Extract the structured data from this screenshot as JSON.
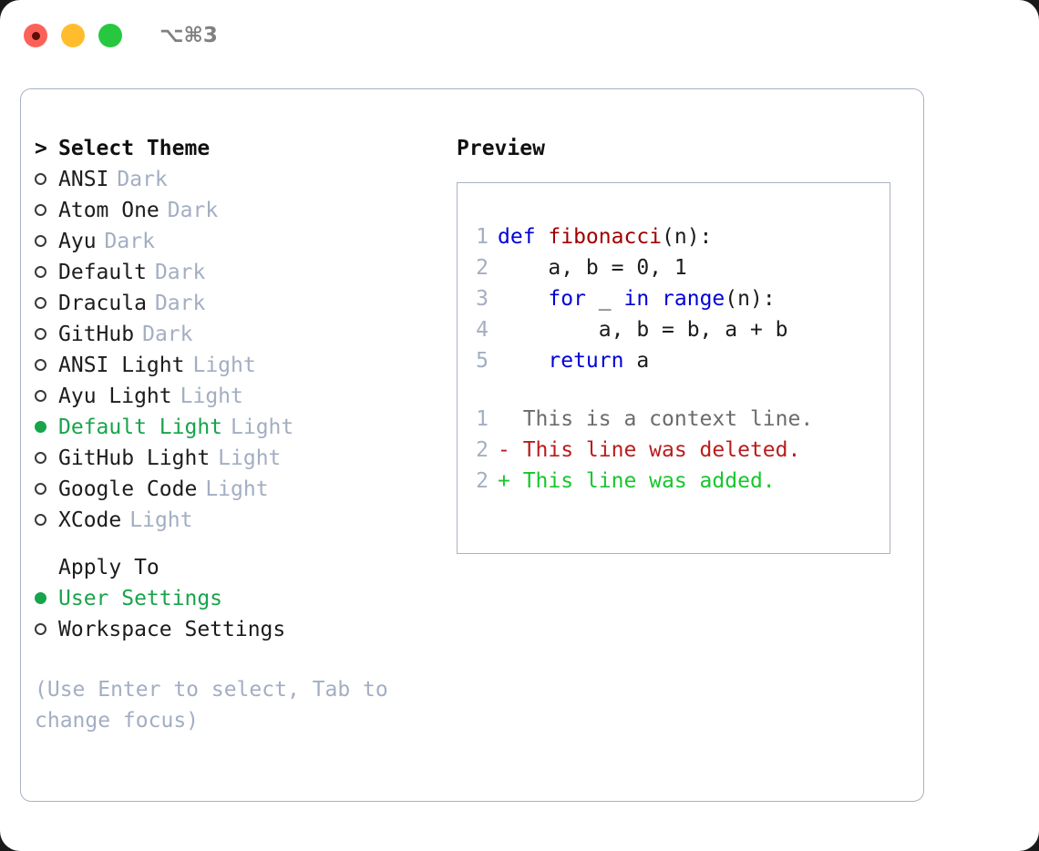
{
  "titlebar": {
    "dots": [
      "close-red",
      "minimize-yellow",
      "maximize-green"
    ],
    "shortcut": "⌥⌘3"
  },
  "theme_picker": {
    "header_caret": ">",
    "header_label": "Select Theme",
    "items": [
      {
        "bullet": "○",
        "label": "ANSI",
        "tag": "Dark",
        "selected": false
      },
      {
        "bullet": "○",
        "label": "Atom One",
        "tag": "Dark",
        "selected": false
      },
      {
        "bullet": "○",
        "label": "Ayu",
        "tag": "Dark",
        "selected": false
      },
      {
        "bullet": "○",
        "label": "Default",
        "tag": "Dark",
        "selected": false
      },
      {
        "bullet": "○",
        "label": "Dracula",
        "tag": "Dark",
        "selected": false
      },
      {
        "bullet": "○",
        "label": "GitHub",
        "tag": "Dark",
        "selected": false
      },
      {
        "bullet": "○",
        "label": "ANSI Light",
        "tag": "Light",
        "selected": false
      },
      {
        "bullet": "○",
        "label": "Ayu Light",
        "tag": "Light",
        "selected": false
      },
      {
        "bullet": "●",
        "label": "Default Light",
        "tag": "Light",
        "selected": true
      },
      {
        "bullet": "○",
        "label": "GitHub Light",
        "tag": "Light",
        "selected": false
      },
      {
        "bullet": "○",
        "label": "Google Code",
        "tag": "Light",
        "selected": false
      },
      {
        "bullet": "○",
        "label": "XCode",
        "tag": "Light",
        "selected": false
      }
    ]
  },
  "apply_to": {
    "title": "Apply To",
    "options": [
      {
        "bullet": "●",
        "label": "User Settings",
        "selected": true
      },
      {
        "bullet": "○",
        "label": "Workspace Settings",
        "selected": false
      }
    ]
  },
  "hint": "(Use Enter to select, Tab to change focus)",
  "preview": {
    "title": "Preview",
    "code_lines": [
      {
        "num": "1",
        "tokens": [
          {
            "t": "def ",
            "c": "kw"
          },
          {
            "t": "fibonacci",
            "c": "fn"
          },
          {
            "t": "(n):",
            "c": "pl"
          }
        ]
      },
      {
        "num": "2",
        "tokens": [
          {
            "t": "    a, b = 0, 1",
            "c": "pl"
          }
        ]
      },
      {
        "num": "3",
        "tokens": [
          {
            "t": "    ",
            "c": "pl"
          },
          {
            "t": "for",
            "c": "kw"
          },
          {
            "t": " _ ",
            "c": "pl"
          },
          {
            "t": "in",
            "c": "kw"
          },
          {
            "t": " ",
            "c": "pl"
          },
          {
            "t": "range",
            "c": "kw"
          },
          {
            "t": "(n):",
            "c": "pl"
          }
        ]
      },
      {
        "num": "4",
        "tokens": [
          {
            "t": "        a, b = b, a + b",
            "c": "pl"
          }
        ]
      },
      {
        "num": "5",
        "tokens": [
          {
            "t": "    ",
            "c": "pl"
          },
          {
            "t": "return",
            "c": "kw"
          },
          {
            "t": " a",
            "c": "pl"
          }
        ]
      }
    ],
    "diff_lines": [
      {
        "num": "1",
        "marker": " ",
        "text": "  This is a context line.",
        "kind": "ctx"
      },
      {
        "num": "2",
        "marker": "-",
        "text": "- This line was deleted.",
        "kind": "del"
      },
      {
        "num": "2",
        "marker": "+",
        "text": "+ This line was added.",
        "kind": "add"
      }
    ]
  },
  "colors": {
    "accent_green": "#17a44a",
    "tag_gray": "#a3aec2",
    "border": "#a8b2c3",
    "keyword_blue": "#0000d8",
    "function_red": "#a00000",
    "diff_deleted": "#b91c1c",
    "diff_added": "#17c62e",
    "diff_context": "#6b6b6b",
    "line_number": "#a3aec2"
  }
}
